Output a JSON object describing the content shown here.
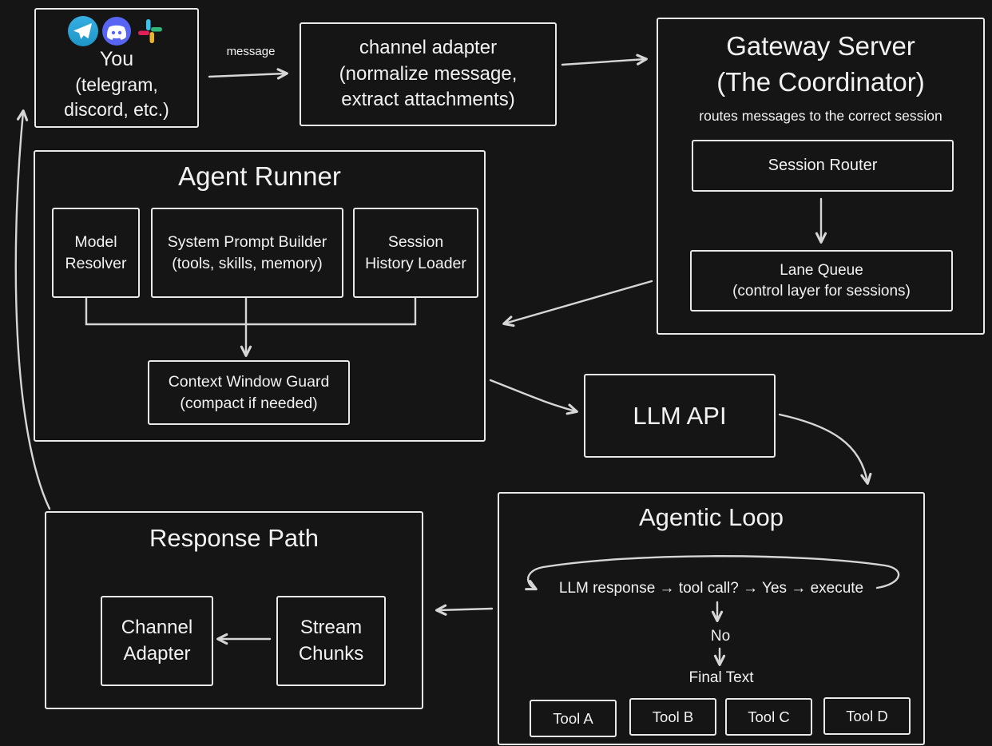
{
  "colors": {
    "background": "#151515",
    "stroke": "#e9e9e9",
    "arrow": "#d6d6d6",
    "text": "#f2f2f2",
    "telegram_blue": "#2AABEE",
    "discord_blurple": "#5865F2",
    "slack_blue": "#36C5F0",
    "slack_green": "#2EB67D",
    "slack_yellow": "#ECB22C",
    "slack_red": "#E01E5A"
  },
  "nodes": {
    "you": {
      "title": "You",
      "subtitle": "(telegram,\ndiscord, etc.)"
    },
    "message_arrow_label": "message",
    "channel_adapter": {
      "label": "channel adapter\n(normalize message,\nextract attachments)"
    },
    "gateway_server": {
      "title": "Gateway Server\n(The Coordinator)",
      "subtitle": "routes messages to the correct session",
      "session_router": "Session Router",
      "lane_queue": "Lane Queue\n(control layer for sessions)"
    },
    "agent_runner": {
      "title": "Agent Runner",
      "model_resolver": "Model\nResolver",
      "system_prompt_builder": "System Prompt Builder\n(tools, skills, memory)",
      "session_history_loader": "Session\nHistory Loader",
      "context_window_guard": "Context Window Guard\n(compact if needed)"
    },
    "llm_api": {
      "label": "LLM API"
    },
    "agentic_loop": {
      "title": "Agentic Loop",
      "loop_text": "LLM response → tool call? → Yes → execute",
      "no_label": "No",
      "final_text_label": "Final Text",
      "tools": [
        "Tool A",
        "Tool B",
        "Tool C",
        "Tool D"
      ]
    },
    "response_path": {
      "title": "Response Path",
      "channel_adapter": "Channel\nAdapter",
      "stream_chunks": "Stream\nChunks"
    }
  }
}
